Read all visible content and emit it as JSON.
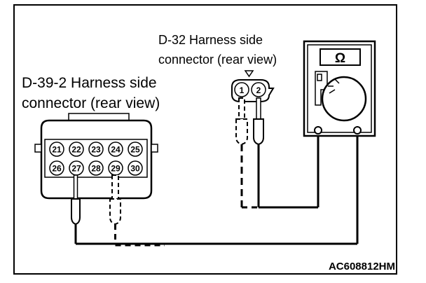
{
  "diagram": {
    "figure_id": "AC608812HM",
    "d39": {
      "label_line1": "D-39-2 Harness side",
      "label_line2": "connector (rear view)",
      "pins_top": [
        "21",
        "22",
        "23",
        "24",
        "25"
      ],
      "pins_bottom": [
        "26",
        "27",
        "28",
        "29",
        "30"
      ]
    },
    "d32": {
      "label_line1": "D-32 Harness side",
      "label_line2": "connector (rear view)",
      "pins": [
        "1",
        "2"
      ]
    },
    "meter": {
      "symbol": "Ω"
    }
  }
}
